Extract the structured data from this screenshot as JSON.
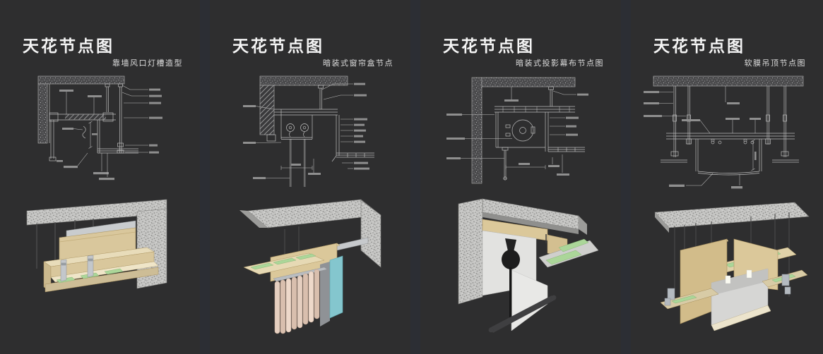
{
  "page": {
    "background_color": "#2e2e2f",
    "divider_color": "#2c2e34",
    "title_color": "#f4f4f4",
    "subtitle_color": "#dcdcdc"
  },
  "panels": [
    {
      "title": "天花节点图",
      "subtitle": "靠墙风口灯槽造型"
    },
    {
      "title": "天花节点图",
      "subtitle": "暗装式窗帘盒节点"
    },
    {
      "title": "天花节点图",
      "subtitle": "暗装式投影幕布节点图"
    },
    {
      "title": "天花节点图",
      "subtitle": "软膜吊顶节点图"
    }
  ]
}
